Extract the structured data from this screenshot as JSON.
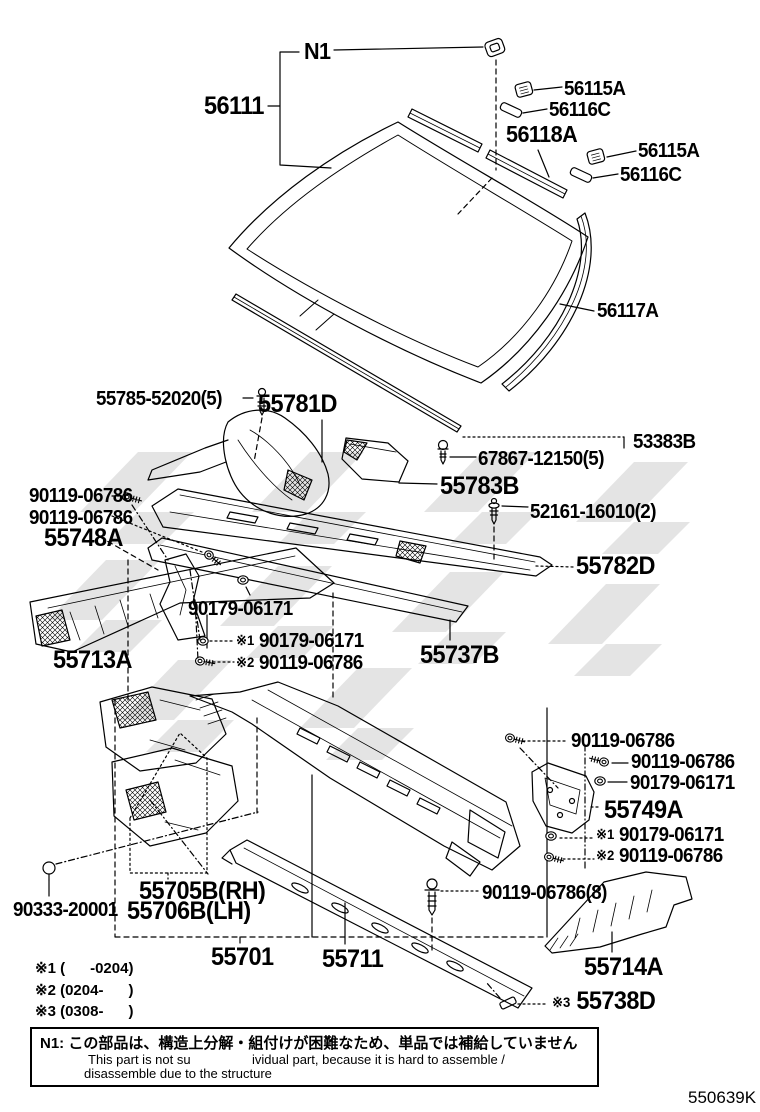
{
  "page": {
    "background": "#ffffff",
    "doc_code": "550639K"
  },
  "colors": {
    "line": "#000000",
    "watermark": "#c9c9c9",
    "text": "#000000"
  },
  "icons": {
    "retainer-clip-icon": "small rounded square glass retainer",
    "spacer-icon": "short angled pad strip",
    "stud-clip-icon": "ribbed push stud",
    "screw-icon": "round head screw",
    "tree-clip-icon": "ribbed tree clip",
    "hex-bolt-icon": "hex flange bolt",
    "nut-icon": "flange nut",
    "plug-icon": "mushroom hole plug",
    "molding-clip-icon": "small angled molding clip"
  },
  "labels": {
    "n1": "N1",
    "glass_56111": "56111",
    "clip_56115a_1": "56115A",
    "spacer_56116c_1": "56116C",
    "molding_56118a": "56118A",
    "clip_56115a_2": "56115A",
    "spacer_56116c_2": "56116C",
    "molding_56117a": "56117A",
    "clip_55785": "55785-52020(5)",
    "louver_55781d": "55781D",
    "molding_53383b": "53383B",
    "screw_67867": "67867-12150(5)",
    "vent_55783b": "55783B",
    "clip_52161": "52161-16010(2)",
    "cowl_top_55782d": "55782D",
    "bolt_90119_l1": "90119-06786",
    "bolt_90119_l2": "90119-06786",
    "bracket_55748a": "55748A",
    "nut_90179_l": "90179-06171",
    "fn1_sym": "※1",
    "fn2_sym": "※2",
    "fn3_sym": "※3",
    "fn1_l_num": "90179-06171",
    "fn2_l_num": "90119-06786",
    "apron_55713a": "55713A",
    "lip_55737b": "55737B",
    "bolt_90119_r1": "90119-06786",
    "bolt_90119_r2": "90119-06786",
    "nut_90179_r1": "90179-06171",
    "bracket_55749a": "55749A",
    "fn1_r_num": "90179-06171",
    "fn2_r_num": "90119-06786",
    "panel_55705b": "55705B(RH)",
    "plug_90333": "90333-20001",
    "panel_55706b": "55706B(LH)",
    "cowl_55701": "55701",
    "brace_55711": "55711",
    "bolt_90119_8": "90119-06786(8)",
    "side_55714a": "55714A",
    "clip_55738d": "55738D"
  },
  "legend": {
    "row1": "※1 (      -0204)",
    "row2": "※2 (0204-      )",
    "row3": "※3 (0308-      )"
  },
  "note": {
    "ja": "N1: この部品は、構造上分解・組付けが困難なため、単品では補給していません",
    "en1": "This part is not su                 ividual part, because it is hard to assemble /",
    "en2": "disassemble due to the structure"
  }
}
